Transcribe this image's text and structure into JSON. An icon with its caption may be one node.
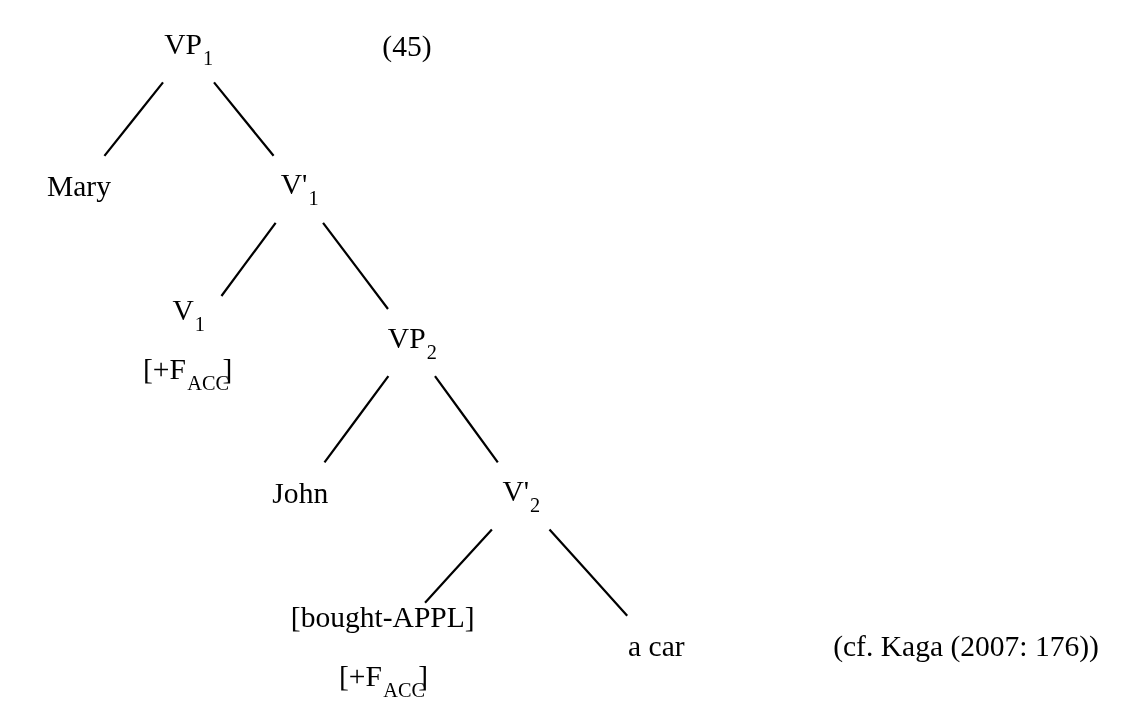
{
  "diagram": {
    "nodes": [
      {
        "text": [
          "VP$_{1}$"
        ]
      },
      {
        "text": [
          "Mary"
        ]
      },
      {
        "text": [
          "V'$_{1}$"
        ]
      },
      {
        "text": [
          "V$_{1}$"
        ],
        "beside": [
          "[+F$_{ACC}$]"
        ]
      },
      {
        "text": [
          "VP$_{2}$"
        ]
      },
      {
        "text": [
          "John"
        ]
      },
      {
        "text": [
          "V'$_{2}$"
        ]
      },
      {
        "text": [
          "[bought-APPL]"
        ],
        "beside": [
          "[+F$_{ACC}$]"
        ]
      },
      {
        "text": [
          "a car"
        ]
      }
    ],
    "edges": [
      {
        "from": 0,
        "to": 1,
        "arrow": "none"
      },
      {
        "from": 0,
        "to": 2,
        "arrow": "none"
      },
      {
        "from": 2,
        "to": 3,
        "arrow": "none"
      },
      {
        "from": 2,
        "to": 4,
        "arrow": "none"
      },
      {
        "from": 4,
        "to": 5,
        "arrow": "none"
      },
      {
        "from": 4,
        "to": 6,
        "arrow": "none"
      },
      {
        "from": 6,
        "to": 7,
        "arrow": "none"
      },
      {
        "from": 6,
        "to": 8,
        "arrow": "none"
      }
    ],
    "labels": [
      "(45)",
      "(cf. Kaga (2007: 176))"
    ]
  }
}
